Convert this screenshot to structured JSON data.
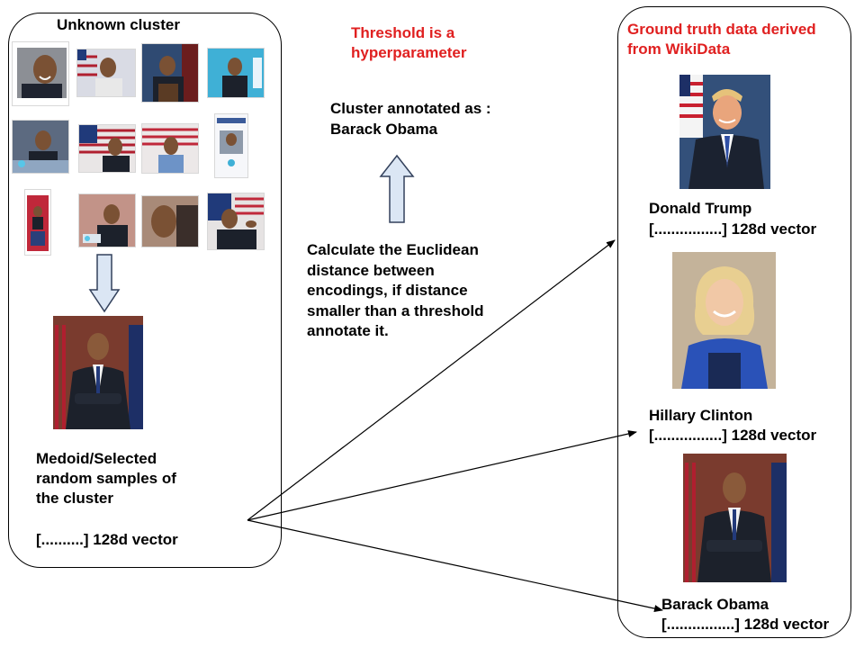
{
  "left": {
    "title": "Unknown cluster",
    "medoid_lines": [
      "Medoid/Selected",
      "random samples of",
      "the cluster"
    ],
    "vector": "[..........] 128d vector"
  },
  "middle": {
    "threshold_lines": [
      "Threshold is a",
      "hyperparameter"
    ],
    "annotated_lines": [
      "Cluster annotated as :",
      "Barack Obama"
    ],
    "calc_lines": [
      "Calculate the Euclidean",
      "distance between",
      "encodings, if distance",
      "smaller than a threshold",
      "annotate it."
    ]
  },
  "right": {
    "title_lines": [
      "Ground truth data derived",
      "from WikiData"
    ],
    "people": [
      {
        "name": "Donald Trump",
        "vector": "[................] 128d vector"
      },
      {
        "name": "Hillary Clinton",
        "vector": "[................] 128d vector"
      },
      {
        "name": "Barack Obama",
        "vector": "[................] 128d vector"
      }
    ]
  },
  "colors": {
    "label_red": "#e02020",
    "arrow_fill": "#dbe6f4",
    "arrow_stroke": "#33415c"
  }
}
